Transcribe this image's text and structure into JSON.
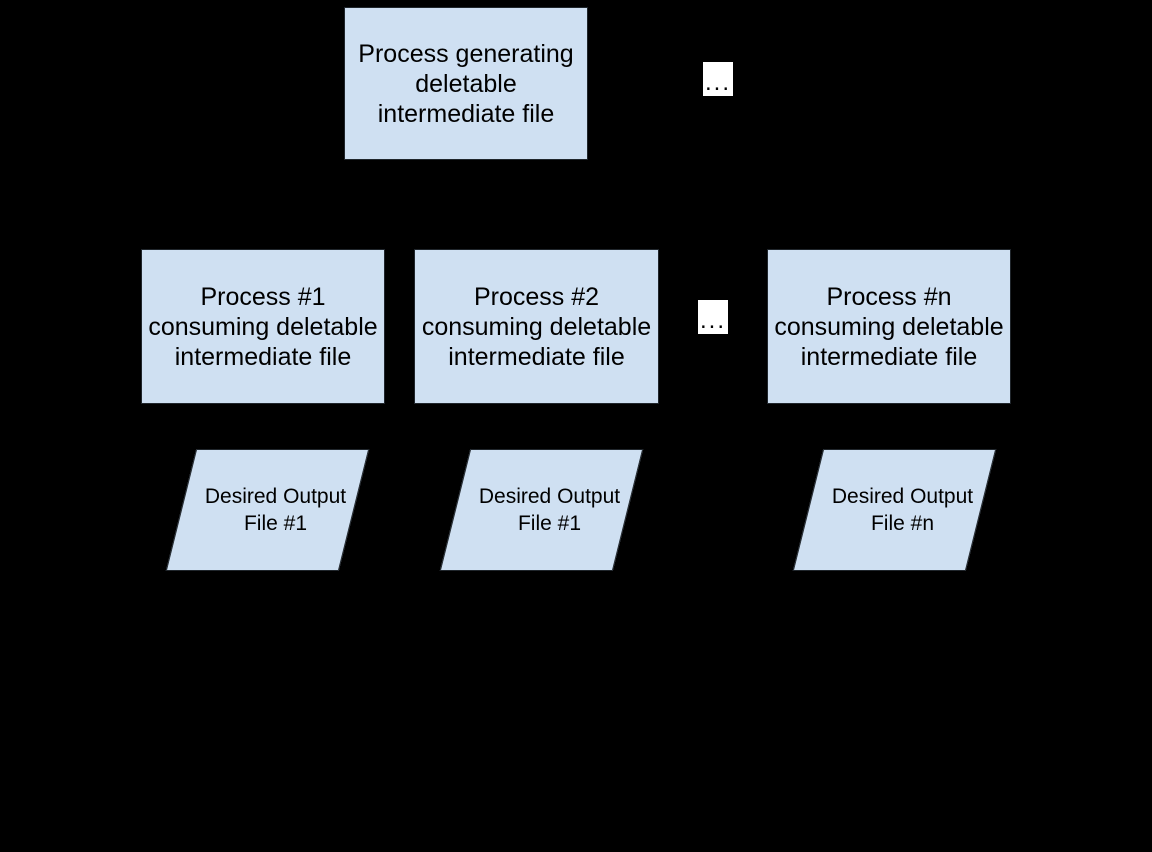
{
  "diagram": {
    "background_color": "#000000",
    "node_fill_color": "#cfe0f2",
    "node_stroke_color": "#20262c",
    "text_color": "#000000",
    "ellipsis_chip_color": "#ffffff",
    "generator": {
      "label": "Process generating deletable intermediate file"
    },
    "ellipsis_top": {
      "label": "..."
    },
    "ellipsis_middle": {
      "label": "..."
    },
    "consumers": [
      {
        "label": "Process #1 consuming deletable intermediate file"
      },
      {
        "label": "Process #2 consuming deletable intermediate file"
      },
      {
        "label": "Process #n consuming deletable intermediate file"
      }
    ],
    "outputs": [
      {
        "label": "Desired Output File #1"
      },
      {
        "label": "Desired Output File #1"
      },
      {
        "label": "Desired Output File #n"
      }
    ]
  }
}
